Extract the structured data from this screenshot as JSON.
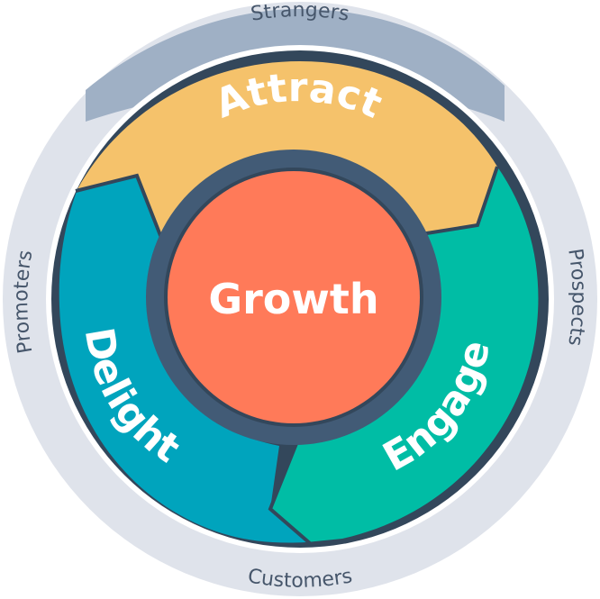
{
  "center": {
    "label": "Growth",
    "color": "#ff7a59"
  },
  "segments": [
    {
      "label": "Attract",
      "color": "#f5c26b"
    },
    {
      "label": "Engage",
      "color": "#00bda5"
    },
    {
      "label": "Delight",
      "color": "#00a4bd"
    }
  ],
  "outer_ring": [
    {
      "label": "Strangers"
    },
    {
      "label": "Prospects"
    },
    {
      "label": "Customers"
    },
    {
      "label": "Promoters"
    }
  ],
  "colors": {
    "outline": "#33475b",
    "ring_dark": "#425b76",
    "outer_ring": "#dfe3eb",
    "outer_ring_accent": "#9fb0c5"
  }
}
